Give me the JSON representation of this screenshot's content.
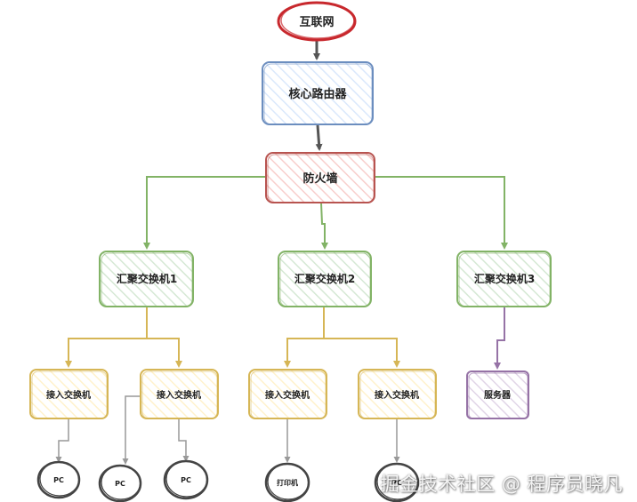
{
  "nodes": {
    "internet": {
      "label": "互联网"
    },
    "core_router": {
      "label": "核心路由器"
    },
    "firewall": {
      "label": "防火墙"
    },
    "agg_switch_1": {
      "label": "汇聚交换机1"
    },
    "agg_switch_2": {
      "label": "汇聚交换机2"
    },
    "agg_switch_3": {
      "label": "汇聚交换机3"
    },
    "access_switch_1": {
      "label": "接入交换机"
    },
    "access_switch_2": {
      "label": "接入交换机"
    },
    "access_switch_3": {
      "label": "接入交换机"
    },
    "access_switch_4": {
      "label": "接入交换机"
    },
    "server": {
      "label": "服务器"
    },
    "pc_1": {
      "label": "PC"
    },
    "pc_2": {
      "label": "PC"
    },
    "pc_3": {
      "label": "PC"
    },
    "printer": {
      "label": "打印机"
    },
    "pc_4": {
      "label": "PC"
    }
  },
  "watermark": "掘金技术社区 @ 程序员晓凡",
  "colors": {
    "red": "#c8282d",
    "blue": "#6c8ebf",
    "firewall": "#b85450",
    "green": "#82b366",
    "yellow": "#d6b656",
    "purple": "#9673a6",
    "gray": "#444444",
    "edge_gray": "#555555",
    "edge_light": "#999999"
  }
}
